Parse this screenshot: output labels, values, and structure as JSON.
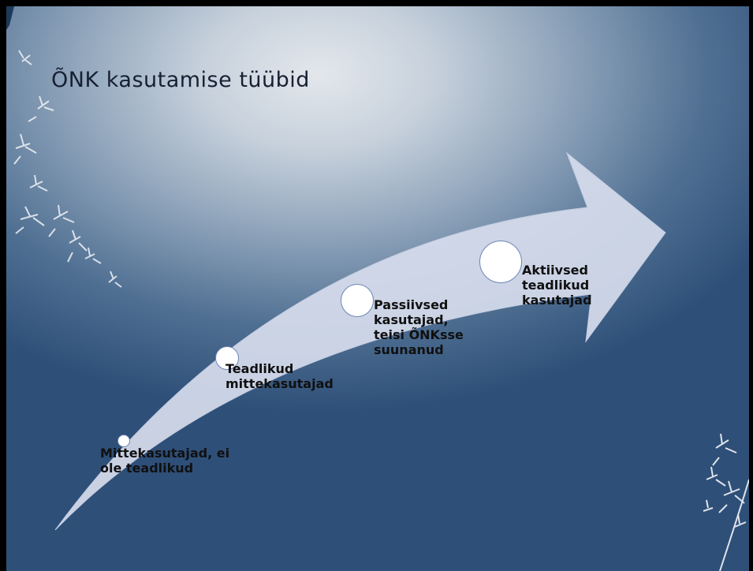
{
  "slide": {
    "title": "ÕNK kasutamise tüübid"
  },
  "diagram": {
    "type": "upward-arrow-process",
    "arrow_color": "#d5dcec",
    "circle_fill": "#ffffff",
    "circle_stroke": "#6f85b8",
    "steps": [
      {
        "label": "Mittekasutajad, ei\nole teadlikud"
      },
      {
        "label": "Teadlikud\nmittekasutajad"
      },
      {
        "label": "Passiivsed\nkasutajad,\nteisi ÕNKsse\nsuunanud"
      },
      {
        "label": "Aktiivsed\nteadlikud\nkasutajad"
      }
    ]
  }
}
